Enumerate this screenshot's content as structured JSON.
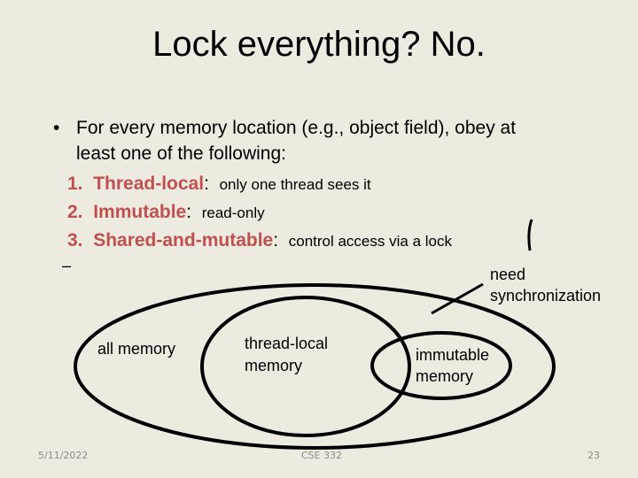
{
  "title": "Lock everything?  No.",
  "bullet": {
    "line1": "For every memory location (e.g., object field), obey at",
    "line2": "least one of the following:"
  },
  "items": [
    {
      "num": "1.",
      "term": "Thread-local",
      "desc": "only one thread sees it"
    },
    {
      "num": "2.",
      "term": "Immutable",
      "desc": "read-only"
    },
    {
      "num": "3.",
      "term": "Shared-and-mutable",
      "desc": "control access via a lock"
    }
  ],
  "dash": "–",
  "diagram": {
    "all": "all memory",
    "thread_local_1": "thread-local",
    "thread_local_2": "memory",
    "immutable_1": "immutable",
    "immutable_2": "memory",
    "need_1": "need",
    "need_2": "synchronization"
  },
  "footer": {
    "date": "5/11/2022",
    "course": "CSE 332",
    "page": "23"
  }
}
